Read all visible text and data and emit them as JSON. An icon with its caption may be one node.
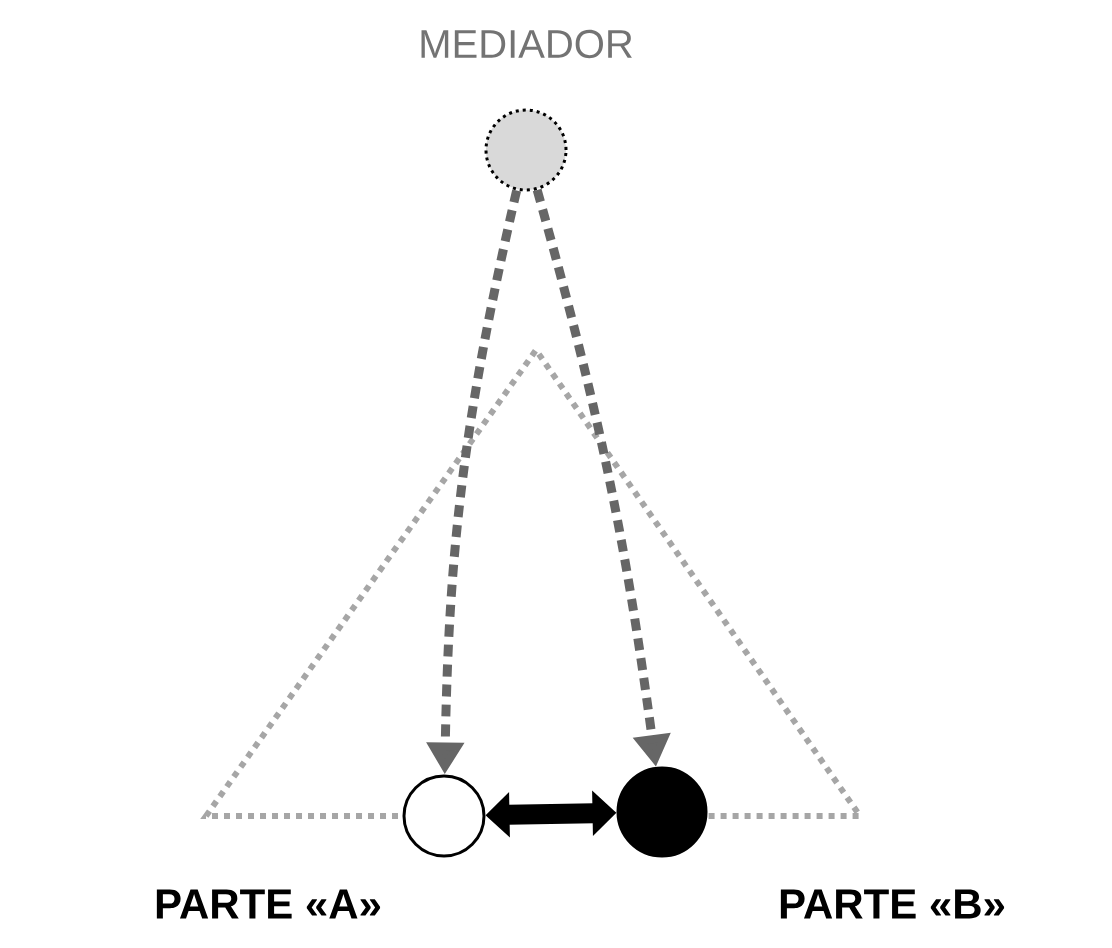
{
  "diagram": {
    "nodes": [
      {
        "text": [
          "MEDIADOR"
        ]
      },
      {
        "text": [
          "PARTE «A»"
        ]
      },
      {
        "text": [
          "PARTE «B»"
        ]
      }
    ],
    "edges": [
      {
        "from": 0,
        "to": 1,
        "arrow": "to",
        "style": "dashed"
      },
      {
        "from": 0,
        "to": 2,
        "arrow": "to",
        "style": "dashed"
      },
      {
        "from": 2,
        "to": 1,
        "arrow": "both",
        "style": "thick",
        "color": "#000000"
      }
    ]
  }
}
